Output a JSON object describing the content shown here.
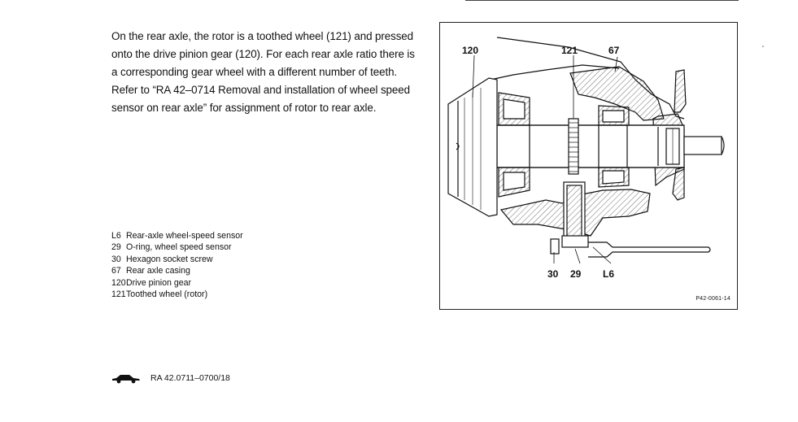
{
  "body": {
    "paragraph": "On the rear axle, the rotor is a toothed wheel (121) and pressed onto the drive pinion gear (120). For each rear axle ratio there is a corresponding gear wheel with a different number of teeth. Refer to “RA 42–0714 Removal and installation of wheel speed sensor on rear axle” for assignment of rotor to rear axle."
  },
  "legend": [
    {
      "code": "L6",
      "label": "Rear-axle wheel-speed sensor"
    },
    {
      "code": "29",
      "label": "O-ring, wheel speed sensor"
    },
    {
      "code": "30",
      "label": "Hexagon socket screw"
    },
    {
      "code": "67",
      "label": "Rear axle casing"
    },
    {
      "code": "120",
      "label": "Drive pinion gear"
    },
    {
      "code": "121",
      "label": "Toothed wheel (rotor)"
    }
  ],
  "figure": {
    "callouts": {
      "c120": "120",
      "c121": "121",
      "c67": "67",
      "c30": "30",
      "c29": "29",
      "cL6": "L6"
    },
    "figure_id": "P42-0061-14"
  },
  "footer": {
    "icon": "car-icon",
    "reference": "RA 42.0711–0700/18"
  }
}
